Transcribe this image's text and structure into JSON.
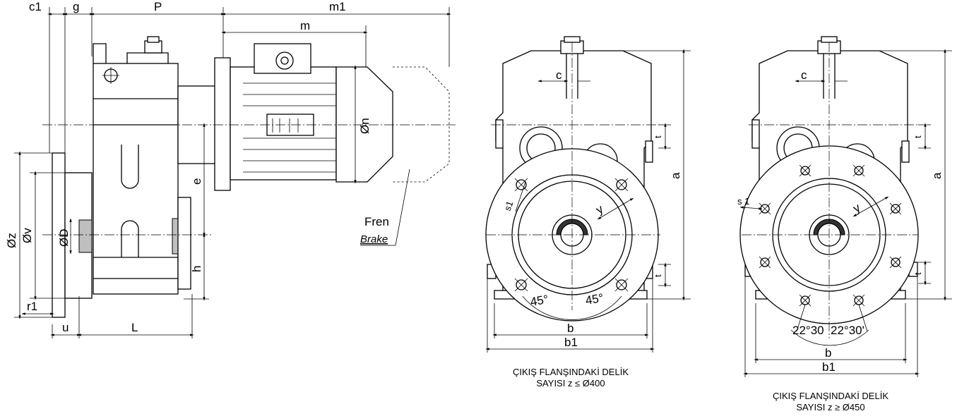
{
  "side_view": {
    "dim_labels": {
      "c1": "c1",
      "g": "g",
      "P": "P",
      "m1": "m1",
      "m": "m",
      "On": "Øn",
      "e": "e",
      "Oz": "Øz",
      "Ov": "Øv",
      "OD": "ØD",
      "h": "h",
      "r1": "r1",
      "u": "u",
      "L": "L"
    },
    "brake_tr": "Fren",
    "brake_en": "Brake"
  },
  "front_view_small": {
    "dim_labels": {
      "c": "c",
      "t_top": "t",
      "t_bottom": "t",
      "a": "a",
      "s1": "s1",
      "y": "y",
      "b": "b",
      "b1": "b1"
    },
    "angle_left": "45°",
    "angle_right": "45°",
    "caption_line1": "ÇIKIŞ FLANŞINDAKİ DELİK",
    "caption_line2": "SAYISI z ≤ Ø400"
  },
  "front_view_large": {
    "dim_labels": {
      "c": "c",
      "t_top": "t",
      "t_bottom": "t",
      "a": "a",
      "s1": "s 1",
      "y": "y",
      "b": "b",
      "b1": "b1"
    },
    "angle_left": "22°30",
    "angle_right": "22°30'",
    "caption_line1": "ÇIKIŞ FLANŞINDAKİ DELİK",
    "caption_line2": "SAYISI z ≥ Ø450"
  }
}
